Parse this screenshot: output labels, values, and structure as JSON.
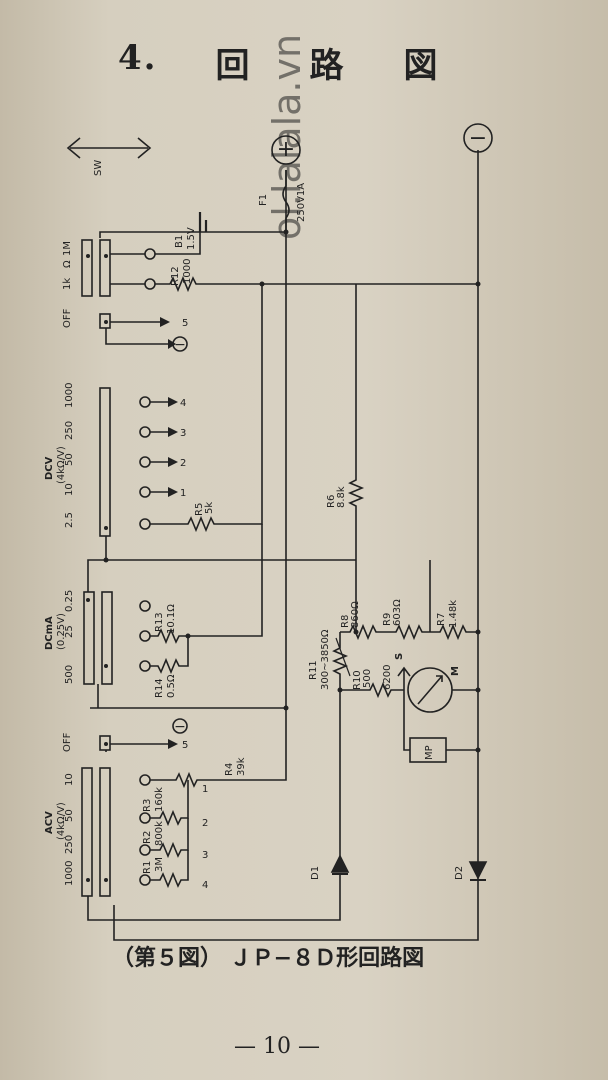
{
  "heading": {
    "number": "4.",
    "chars": [
      "回",
      "路",
      "図"
    ]
  },
  "caption": "（第５図） ＪＰ−８Ｄ形回路図",
  "page_number": "— 10 —",
  "terminals": {
    "plus": "+",
    "minus": "−"
  },
  "switch_label": "SW",
  "fuse": {
    "name": "F1",
    "rating": "250V1A"
  },
  "battery": {
    "name": "B1",
    "value": "1.5V"
  },
  "ohm_range": {
    "title": "Ω",
    "ranges": [
      "1k",
      "1M"
    ]
  },
  "off_label": "OFF",
  "dcv": {
    "title": "DCV",
    "sub": "(4kΩ/V)",
    "ranges": [
      "2.5",
      "10",
      "50",
      "250",
      "1000"
    ]
  },
  "dcma": {
    "title": "DCmA",
    "sub": "(0.25V)",
    "ranges": [
      "500",
      "25",
      "0.25"
    ]
  },
  "acv": {
    "title": "ACV",
    "sub": "(4kΩ/V)",
    "ranges": [
      "1000",
      "250",
      "50",
      "10"
    ]
  },
  "contact_numbers": [
    "1",
    "2",
    "3",
    "4",
    "5"
  ],
  "resistors": {
    "r1": {
      "name": "R1",
      "value": "3M"
    },
    "r2": {
      "name": "R2",
      "value": "800k"
    },
    "r3": {
      "name": "R3",
      "value": "160k"
    },
    "r4": {
      "name": "R4",
      "value": "39k"
    },
    "r5": {
      "name": "R5",
      "value": "5k"
    },
    "r6": {
      "name": "R6",
      "value": "8.8k"
    },
    "r7": {
      "name": "R7",
      "value": "1.48k"
    },
    "r8": {
      "name": "R8",
      "value": "860Ω"
    },
    "r9": {
      "name": "R9",
      "value": "603Ω"
    },
    "r10": {
      "name": "R10",
      "value": "500"
    },
    "r10b": {
      "name": "",
      "value": "6200"
    },
    "r11": {
      "name": "R11",
      "value": "300~3850Ω"
    },
    "r12": {
      "name": "R12",
      "value": "1000"
    },
    "r13": {
      "name": "R13",
      "value": "10.1Ω"
    },
    "r14": {
      "name": "R14",
      "value": "0.5Ω"
    }
  },
  "meter": {
    "name": "M"
  },
  "mp_block": {
    "name": "MP"
  },
  "s_label": "S",
  "diodes": {
    "d1": "D1",
    "d2": "D2"
  },
  "watermark": "ol.lalala.vn"
}
